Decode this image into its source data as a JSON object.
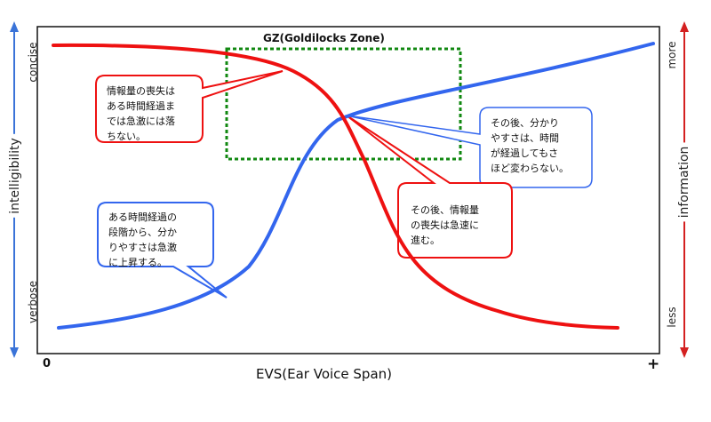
{
  "title": "GZ(Goldilocks Zone)",
  "x_axis": {
    "label": "EVS(Ear Voice Span)",
    "start": "0",
    "end": "+"
  },
  "left_axis": {
    "name": "intelligibility",
    "top": "concise",
    "bottom": "verbose"
  },
  "right_axis": {
    "name": "information",
    "top": "more",
    "bottom": "less"
  },
  "callouts": {
    "info_early": "情報量の喪失は\nある時間経過ま\nでは急激には落\nちない。",
    "intel_early": "ある時間経過の\n段階から、分か\nりやすさは急激\nに上昇する。",
    "intel_late": "その後、分かり\nやすさは、時間\nが経過してもさ\nほど変わらない。",
    "info_late": "その後、情報量\nの喪失は急速に\n進む。"
  },
  "colors": {
    "blue": "#3366ee",
    "red": "#ee1111",
    "green": "#118811",
    "axis_blue": "#3a73d8",
    "axis_red": "#d42020"
  },
  "chart_data": {
    "type": "line",
    "x": [
      "0",
      "+"
    ],
    "series": [
      {
        "axis": "left",
        "trend": "sigmoid rising from verbose to concise"
      },
      {
        "axis": "right",
        "trend": "sigmoid falling from more to less"
      }
    ]
  }
}
